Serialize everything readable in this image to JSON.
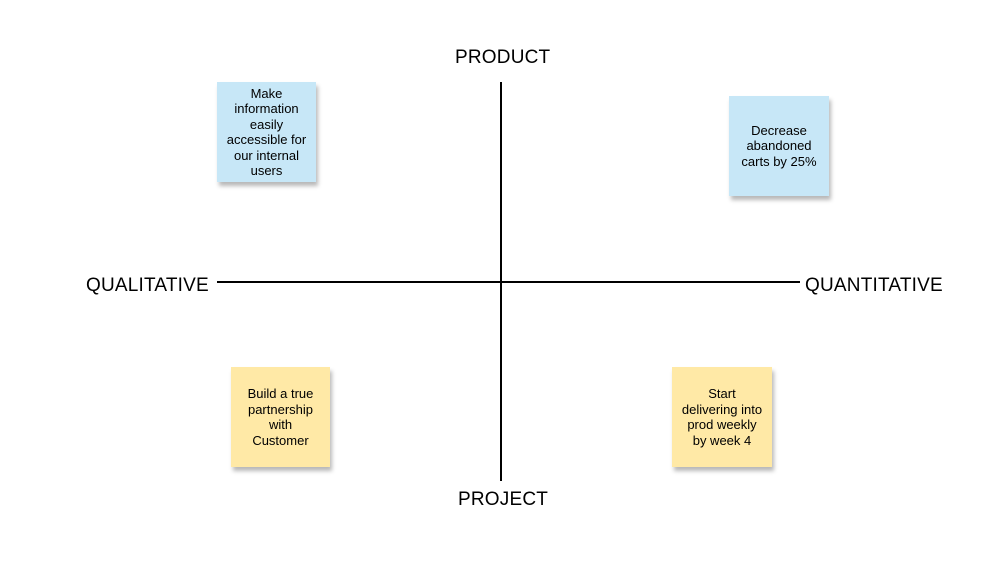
{
  "axes": {
    "top": "PRODUCT",
    "bottom": "PROJECT",
    "left": "QUALITATIVE",
    "right": "QUANTITATIVE"
  },
  "notes": [
    {
      "text": "Make information easily accessible for our internal users",
      "color": "#c7e7f7",
      "quadrant": "top-left"
    },
    {
      "text": "Decrease abandoned carts by 25%",
      "color": "#c7e7f7",
      "quadrant": "top-right"
    },
    {
      "text": "Build a true partnership with Customer",
      "color": "#ffe9a6",
      "quadrant": "bottom-left"
    },
    {
      "text": "Start delivering into prod weekly by week 4",
      "color": "#ffe9a6",
      "quadrant": "bottom-right"
    }
  ]
}
